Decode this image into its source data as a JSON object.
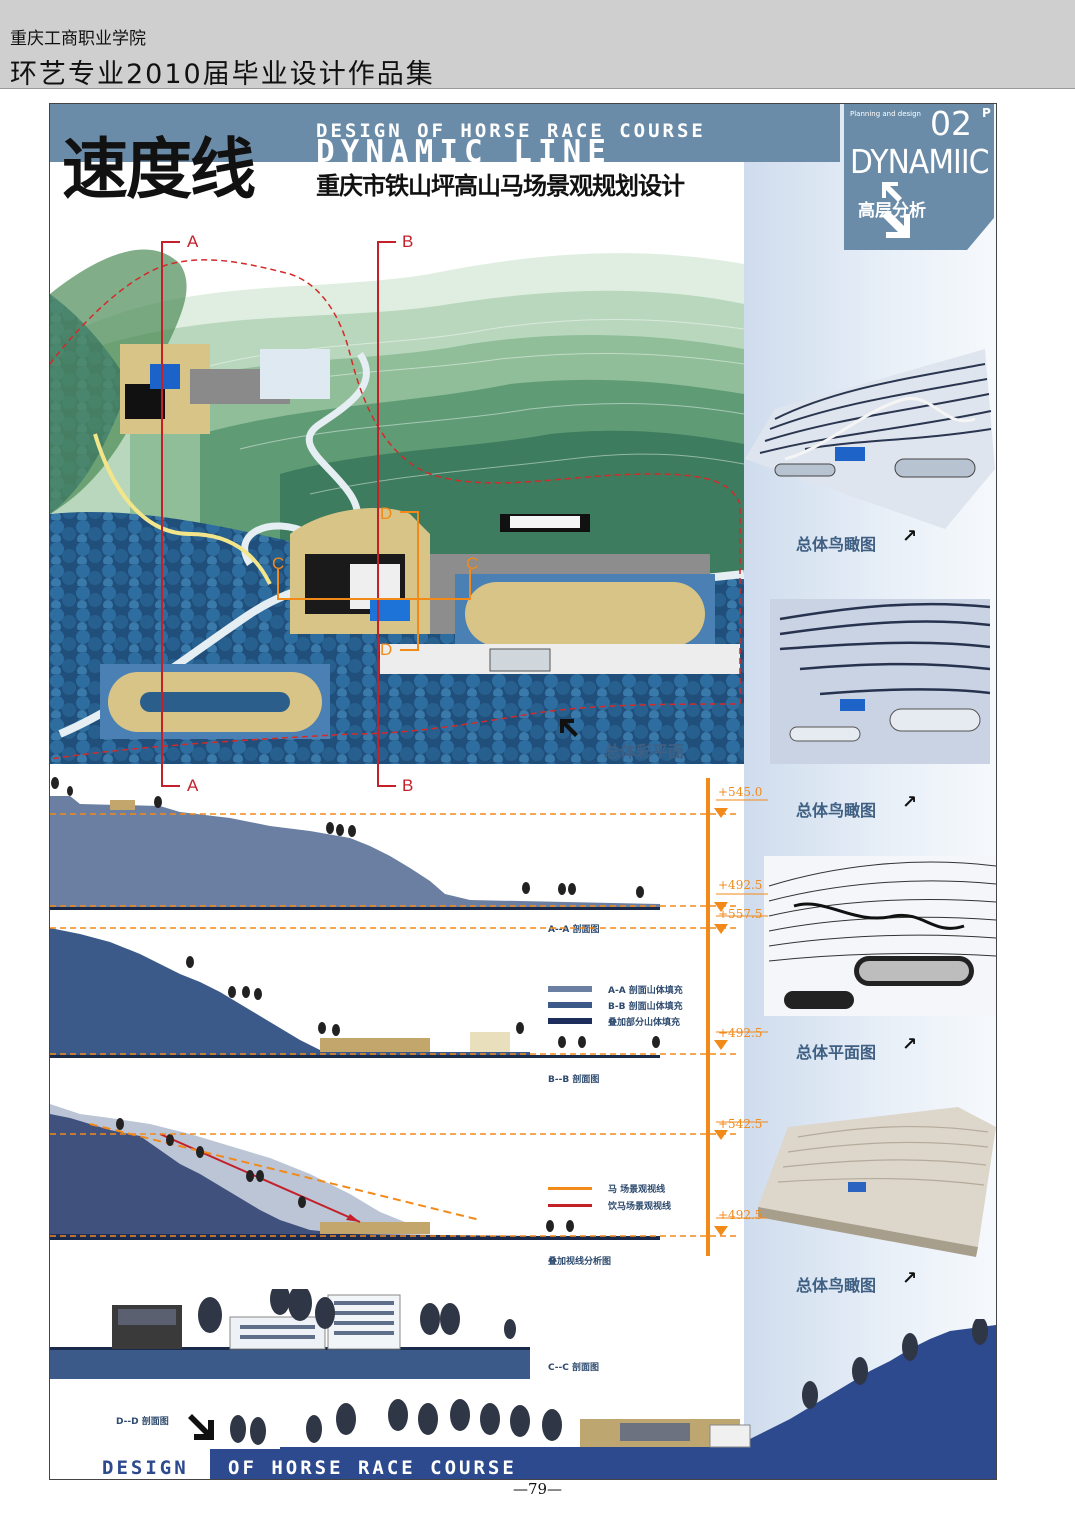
{
  "header": {
    "school": "重庆工商职业学院",
    "collection_title": "环艺专业2010届毕业设计作品集"
  },
  "board": {
    "title_cn": "速度线",
    "title_en_small": "DESIGN OF HORSE RACE COURSE",
    "title_en_large": "DYNAMIC LINE",
    "subtitle": "重庆市铁山坪高山马场景观规划设计",
    "tag": {
      "small": "Planning and design",
      "number": "02",
      "suffix": "P",
      "word": "DYNAMIIC",
      "caption": "高层分析"
    },
    "cut_labels": {
      "a": "A",
      "b": "B",
      "c": "C",
      "d": "D"
    },
    "plan_caption": "总体彩平面",
    "side_captions": {
      "aerial_1": "总体鸟瞰图",
      "aerial_2": "总体鸟瞰图",
      "plan_line": "总体平面图",
      "aerial_3": "总体鸟瞰图"
    },
    "elevations": {
      "e1": "+545.0",
      "e2": "+492.5",
      "e3": "+557.5",
      "e4": "+492.5",
      "e5": "+542.5",
      "e6": "+492.5"
    },
    "section_labels": {
      "aa": "A--A 剖面图",
      "bb": "B--B 剖面图",
      "sight": "叠加视线分析图",
      "cc": "C--C 剖面图",
      "dd": "D--D 剖面图"
    },
    "legend_fill": [
      {
        "label": "A-A 剖面山体填充",
        "color": "#6b7fa3"
      },
      {
        "label": "B-B 剖面山体填充",
        "color": "#3b5a8a"
      },
      {
        "label": "叠加部分山体填充",
        "color": "#1d2d5c"
      }
    ],
    "legend_sight": [
      {
        "label": "马    场景观视线",
        "color": "#f28a1a"
      },
      {
        "label": "饮马场景观视线",
        "color": "#c0282a"
      }
    ],
    "footer_left": "DESIGN",
    "footer_right": "OF HORSE RACE COURSE"
  },
  "page_number": "—79—"
}
